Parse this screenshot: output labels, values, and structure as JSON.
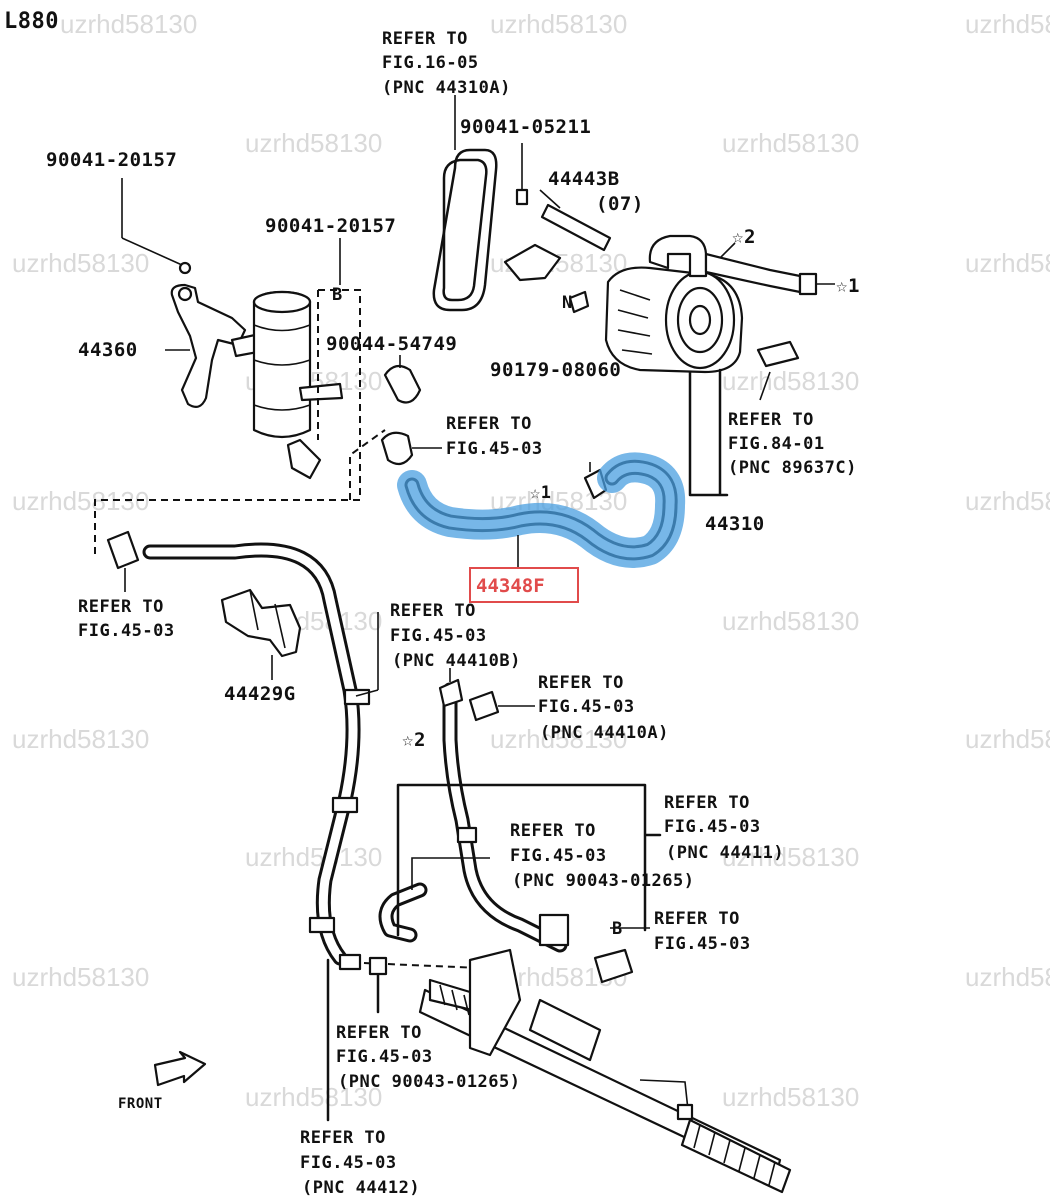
{
  "figure_code": "L880",
  "watermark": "uzrhd58130",
  "highlight_color": "#4a9fe0",
  "highlight_label_color": "#e14b4b",
  "labels": {
    "ref_top_1": "REFER TO",
    "ref_top_2": "FIG.16-05",
    "ref_top_3": "(PNC 44310A)",
    "p90041_05211": "90041-05211",
    "p44443b": "44443B",
    "p44443b_qty": "(07)",
    "p90041_20157_a": "90041-20157",
    "p90041_20157_b": "90041-20157",
    "star2_top": "☆2",
    "star1_right": "☆1",
    "p44360": "44360",
    "p90044_54749": "90044-54749",
    "p90179_08060": "90179-08060",
    "ref_4503_a_1": "REFER TO",
    "ref_4503_a_2": "FIG.45-03",
    "star1_mid": "☆1",
    "ref_8401_1": "REFER TO",
    "ref_8401_2": "FIG.84-01",
    "ref_8401_3": "(PNC 89637C)",
    "p44310": "44310",
    "p44348f": "44348F",
    "ref_4503_b_1": "REFER TO",
    "ref_4503_b_2": "FIG.45-03",
    "p44429g": "44429G",
    "ref_4503_c_1": "REFER TO",
    "ref_4503_c_2": "FIG.45-03",
    "ref_4503_c_3": "(PNC 44410B)",
    "ref_4503_d_1": "REFER TO",
    "ref_4503_d_2": "FIG.45-03",
    "ref_4503_d_3": "(PNC 44410A)",
    "star2_mid": "☆2",
    "ref_4503_e_1": "REFER TO",
    "ref_4503_e_2": "FIG.45-03",
    "ref_4503_e_3": "(PNC 44411)",
    "ref_4503_f_1": "REFER TO",
    "ref_4503_f_2": "FIG.45-03",
    "ref_4503_f_3": "(PNC 90043-01265)",
    "ref_4503_g_1": "REFER TO",
    "ref_4503_g_2": "FIG.45-03",
    "ref_4503_h_1": "REFER TO",
    "ref_4503_h_2": "FIG.45-03",
    "ref_4503_h_3": "(PNC 90043-01265)",
    "front": "FRONT",
    "ref_4503_i_1": "REFER TO",
    "ref_4503_i_2": "FIG.45-03",
    "ref_4503_i_3": "(PNC 44412)",
    "small_b": "B",
    "small_n": "N",
    "small_b2": "B"
  }
}
